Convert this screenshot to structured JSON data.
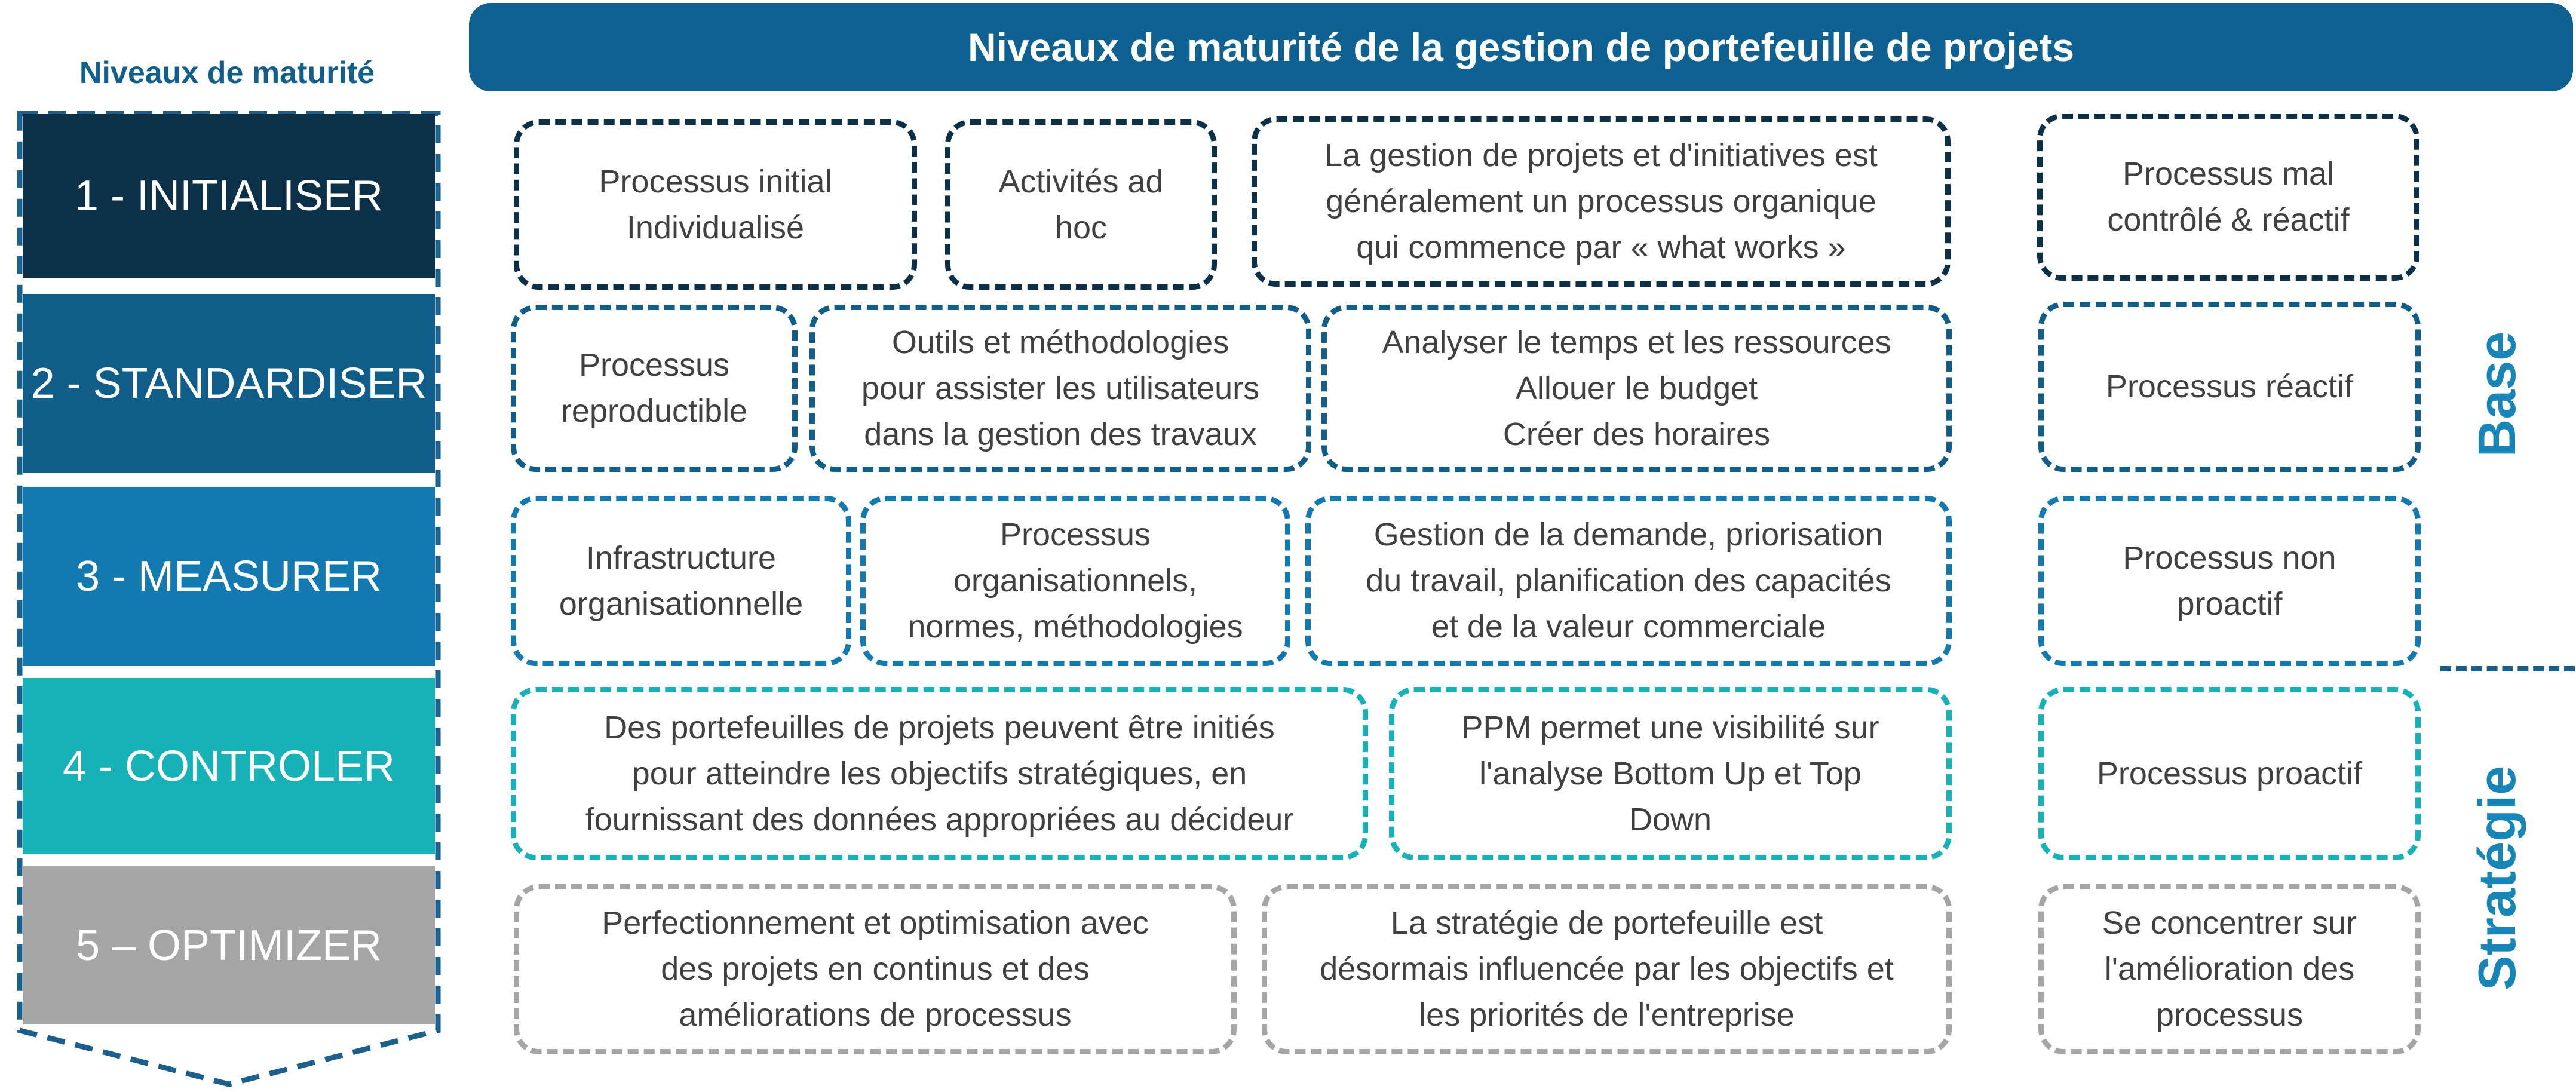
{
  "left_title": "Niveaux de maturité",
  "header_title": "Niveaux de maturité de la gestion de portefeuille de projets",
  "levels": [
    "1 - INITIALISER",
    "2 - STANDARDISER",
    "3 - MEASURER",
    "4 - CONTROLER",
    "5 – OPTIMIZER"
  ],
  "rows": [
    {
      "cells": [
        "Processus initial\nIndividualisé",
        "Activités ad\nhoc",
        "La gestion de projets et d'initiatives est\ngénéralement un processus organique\nqui commence par « what works »"
      ],
      "summary": "Processus mal\ncontrôlé & réactif"
    },
    {
      "cells": [
        "Processus\nreproductible",
        "Outils et méthodologies\npour assister les utilisateurs\ndans la gestion des travaux",
        "Analyser le temps et les ressources\nAllouer le budget\nCréer des horaires"
      ],
      "summary": "Processus réactif"
    },
    {
      "cells": [
        "Infrastructure\norganisationnelle",
        "Processus\norganisationnels,\nnormes, méthodologies",
        "Gestion de la demande, priorisation\ndu travail, planification des capacités\net de la valeur commerciale"
      ],
      "summary": "Processus non\nproactif"
    },
    {
      "cells": [
        "Des portefeuilles de projets peuvent être initiés\npour atteindre les objectifs stratégiques, en\nfournissant des données appropriées au décideur",
        "PPM permet une visibilité sur\nl'analyse Bottom Up et Top\nDown"
      ],
      "summary": "Processus proactif"
    },
    {
      "cells": [
        "Perfectionnement et optimisation avec\ndes projets en continus et des\naméliorations de processus",
        "La stratégie de portefeuille est\ndésormais influencée par les objectifs et\nles priorités de l'entreprise"
      ],
      "summary": "Se concentrer sur\nl'amélioration des\nprocessus"
    }
  ],
  "side_labels": [
    "Base",
    "Stratégie"
  ],
  "colors": {
    "level_1": "#0d3049",
    "level_2": "#115d89",
    "level_3": "#127ab0",
    "level_4": "#17b1b8",
    "level_5": "#a5a5a5",
    "header": "#0e6191",
    "title_text": "#125e8c",
    "side_label": "#1785b8",
    "frame_border": "#1b5f8c"
  }
}
